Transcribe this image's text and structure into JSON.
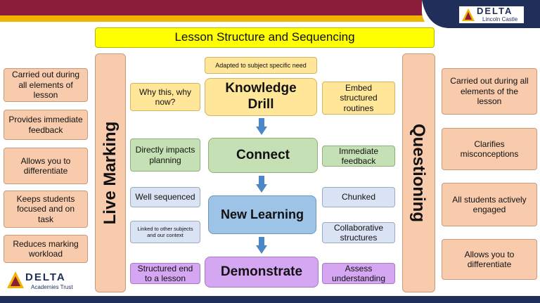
{
  "title": "Lesson Structure and Sequencing",
  "logo_top": {
    "name": "DELTA",
    "sub": "Lincoln Castle"
  },
  "logo_bottom": {
    "name": "DELTA",
    "sub": "Academies Trust"
  },
  "left_panel_label": "Live Marking",
  "right_panel_label": "Questioning",
  "left_items": [
    "Carried out during all elements of lesson",
    "Provides immediate feedback",
    "Allows you to differentiate",
    "Keeps students focused and on task",
    "Reduces marking workload"
  ],
  "right_items": [
    "Carried out during all elements of the lesson",
    "Clarifies misconceptions",
    "All students actively engaged",
    "Allows you to differentiate"
  ],
  "top_note": "Adapted to subject specific need",
  "stages": [
    "Knowledge Drill",
    "Connect",
    "New Learning",
    "Demonstrate"
  ],
  "stage_left_notes": [
    "Why this, why now?",
    "Directly impacts planning",
    "Well sequenced",
    "Linked to other subjects and our context",
    "Structured end to a lesson"
  ],
  "stage_right_notes": [
    "Embed structured routines",
    "Immediate feedback",
    "Chunked",
    "Collaborative structures",
    "Assess understanding"
  ],
  "colors": {
    "maroon": "#8b1c3a",
    "gold": "#f2b200",
    "navy": "#1f2f5a",
    "panel": "#f8cbad",
    "title_bg": "#ffff00"
  }
}
